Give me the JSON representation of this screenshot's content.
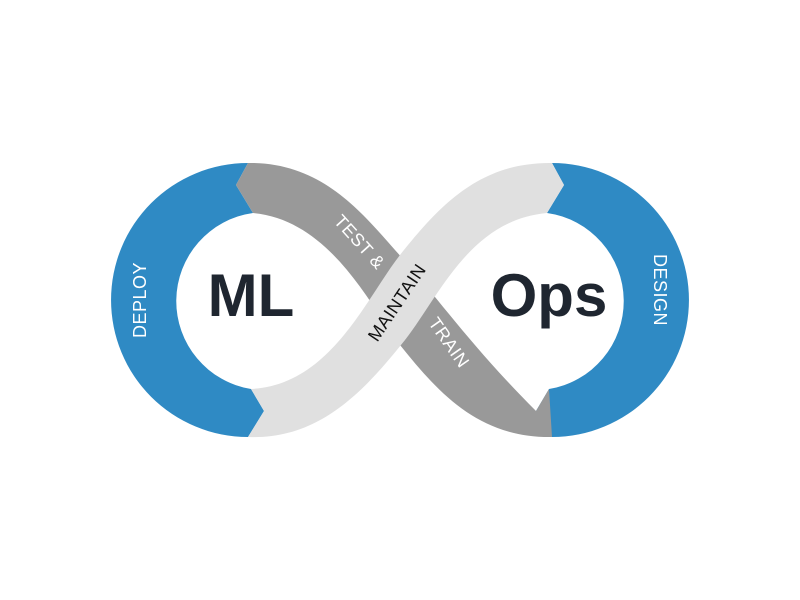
{
  "diagram": {
    "left_center": "ML",
    "right_center": "Ops",
    "stages": {
      "deploy": "DEPLOY",
      "design": "DESIGN",
      "test": "TEST &",
      "maintain": "MAINTAIN",
      "train": "TRAIN"
    }
  },
  "colors": {
    "blue": "#2f8ac4",
    "dark_gray": "#999999",
    "light_gray": "#e0e0e0",
    "text_dark": "#1f2630",
    "background": "#ffffff"
  }
}
